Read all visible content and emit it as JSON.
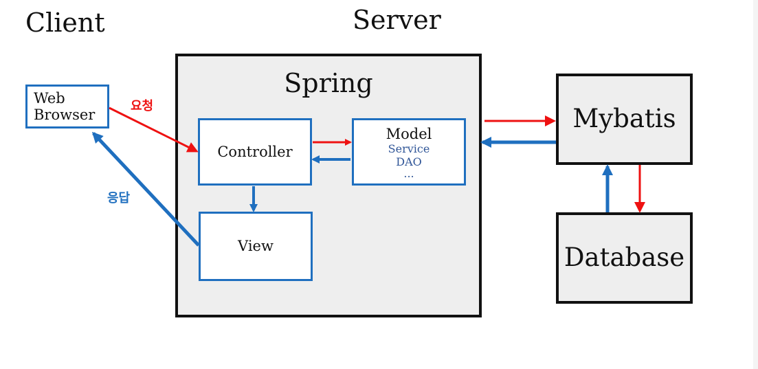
{
  "headings": {
    "client": "Client",
    "server": "Server"
  },
  "spring": {
    "title": "Spring"
  },
  "web_browser": {
    "line1": "Web",
    "line2": "Browser"
  },
  "controller": {
    "label": "Controller"
  },
  "model": {
    "title": "Model",
    "items": [
      "Service",
      "DAO",
      "..."
    ]
  },
  "view": {
    "label": "View"
  },
  "mybatis": {
    "label": "Mybatis"
  },
  "database": {
    "label": "Database"
  },
  "edges": {
    "request_label": "요청",
    "response_label": "응답"
  },
  "colors": {
    "request": "#ee1111",
    "response": "#1f6fbf",
    "outline": "#111111",
    "panel": "#eeeeee",
    "accent_text": "#2f5597"
  }
}
